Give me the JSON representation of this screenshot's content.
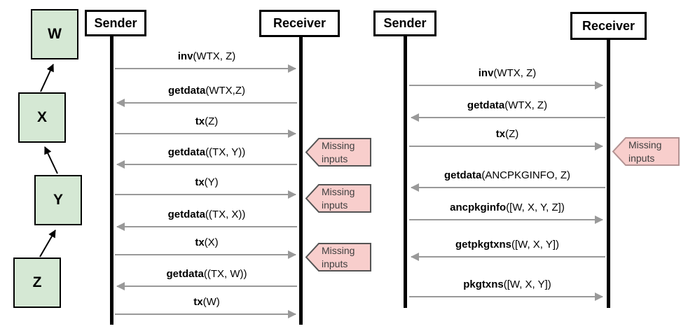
{
  "chain": {
    "nodes": [
      {
        "label": "W"
      },
      {
        "label": "X"
      },
      {
        "label": "Y"
      },
      {
        "label": "Z"
      }
    ]
  },
  "diagram1": {
    "sender_label": "Sender",
    "receiver_label": "Receiver",
    "messages": [
      {
        "name": "inv",
        "args": "(WTX, Z)",
        "direction": "right"
      },
      {
        "name": "getdata",
        "args": "(WTX,Z)",
        "direction": "left"
      },
      {
        "name": "tx",
        "args": "(Z)",
        "direction": "right"
      },
      {
        "name": "getdata",
        "args": "((TX, Y))",
        "direction": "left"
      },
      {
        "name": "tx",
        "args": "(Y)",
        "direction": "right"
      },
      {
        "name": "getdata",
        "args": "((TX, X))",
        "direction": "left"
      },
      {
        "name": "tx",
        "args": "(X)",
        "direction": "right"
      },
      {
        "name": "getdata",
        "args": "((TX, W))",
        "direction": "left"
      },
      {
        "name": "tx",
        "args": "(W)",
        "direction": "right"
      }
    ],
    "callouts": [
      {
        "line1": "Missing",
        "line2": "inputs"
      },
      {
        "line1": "Missing",
        "line2": "inputs"
      },
      {
        "line1": "Missing",
        "line2": "inputs"
      }
    ]
  },
  "diagram2": {
    "sender_label": "Sender",
    "receiver_label": "Receiver",
    "messages": [
      {
        "name": "inv",
        "args": "(WTX, Z)",
        "direction": "right"
      },
      {
        "name": "getdata",
        "args": "(WTX, Z)",
        "direction": "left"
      },
      {
        "name": "tx",
        "args": "(Z)",
        "direction": "right"
      },
      {
        "name": "getdata",
        "args": "(ANCPKGINFO, Z)",
        "direction": "left"
      },
      {
        "name": "ancpkginfo",
        "args": "([W, X, Y, Z])",
        "direction": "right"
      },
      {
        "name": "getpkgtxns",
        "args": "([W, X, Y])",
        "direction": "left"
      },
      {
        "name": "pkgtxns",
        "args": "([W, X, Y])",
        "direction": "right"
      }
    ],
    "callouts": [
      {
        "line1": "Missing",
        "line2": "inputs"
      }
    ]
  },
  "colors": {
    "chain_box_fill": "#d5e8d4",
    "chain_box_border": "#000000",
    "callout_fill": "#f8cecc",
    "callout_border_dark": "#545454",
    "callout_border_light": "#b29292",
    "message_arrow": "#999999",
    "lifeline": "#000000"
  }
}
